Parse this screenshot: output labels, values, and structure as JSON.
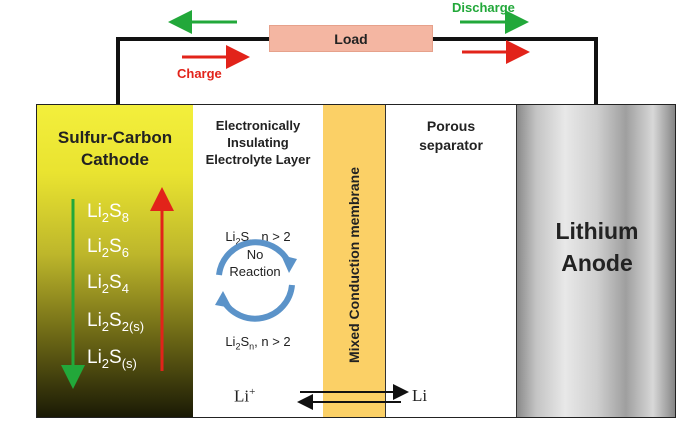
{
  "circuit": {
    "load_label": "Load",
    "discharge_label": "Discharge",
    "charge_label": "Charge"
  },
  "cathode": {
    "title_line1": "Sulfur-Carbon",
    "title_line2": "Cathode",
    "species": [
      {
        "base": "Li",
        "sub1": "2",
        "mid": "S",
        "sub2": "8"
      },
      {
        "base": "Li",
        "sub1": "2",
        "mid": "S",
        "sub2": "6"
      },
      {
        "base": "Li",
        "sub1": "2",
        "mid": "S",
        "sub2": "4"
      },
      {
        "base": "Li",
        "sub1": "2",
        "mid": "S",
        "sub2": "2(s)"
      },
      {
        "base": "Li",
        "sub1": "2",
        "mid": "S",
        "sub2": "(s)"
      }
    ]
  },
  "electrolyte": {
    "title_line1": "Electronically",
    "title_line2": "Insulating",
    "title_line3": "Electrolyte Layer",
    "polysulfide": {
      "base": "Li",
      "sub1": "2",
      "mid": "S",
      "sub2": "n",
      "tail": ", n > 2"
    },
    "reaction_line1": "No",
    "reaction_line2": "Reaction"
  },
  "membrane": {
    "label": "Mixed Conduction membrane"
  },
  "separator": {
    "title_line1": "Porous",
    "title_line2": "separator"
  },
  "anode": {
    "title_line1": "Lithium",
    "title_line2": "Anode"
  },
  "ion_exchange": {
    "left": "Li",
    "left_sup": "+",
    "right": "Li"
  },
  "colors": {
    "discharge": "#22a83a",
    "charge": "#e2231a",
    "membrane": "#fbd066",
    "load": "#f4b6a2",
    "cycle_arrow": "#5b93c9"
  }
}
